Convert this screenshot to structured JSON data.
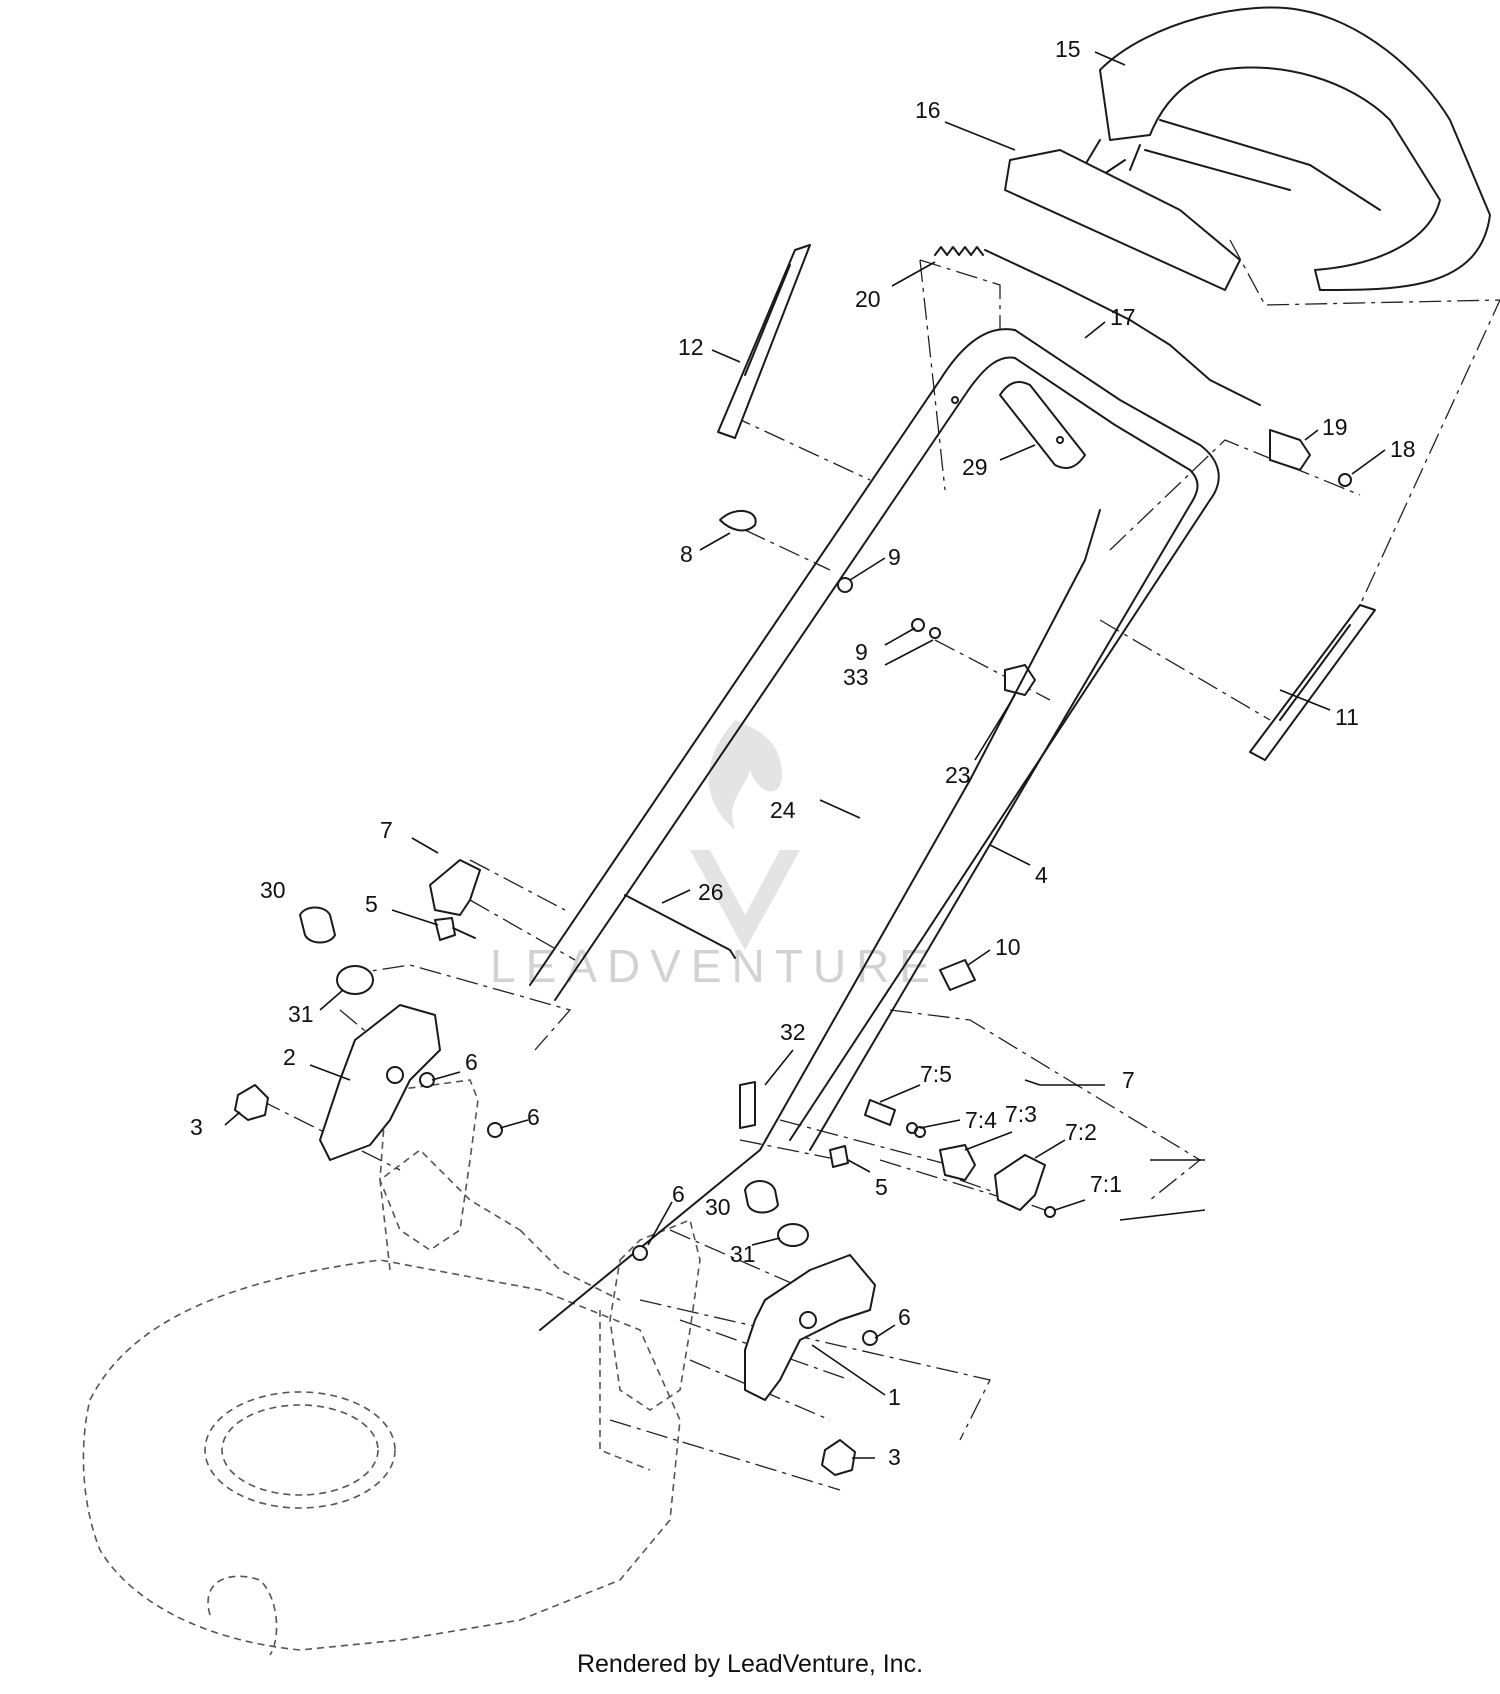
{
  "diagram": {
    "watermark": "LEADVENTURE",
    "footer": "Rendered by LeadVenture, Inc.",
    "callouts": {
      "c1": "1",
      "c2": "2",
      "c3a": "3",
      "c3b": "3",
      "c4": "4",
      "c5a": "5",
      "c5b": "5",
      "c6a": "6",
      "c6b": "6",
      "c6c": "6",
      "c6d": "6",
      "c7a": "7",
      "c7b": "7",
      "c7_1": "7:1",
      "c7_2": "7:2",
      "c7_3": "7:3",
      "c7_4": "7:4",
      "c7_5": "7:5",
      "c8": "8",
      "c9a": "9",
      "c9b": "9",
      "c10": "10",
      "c11": "11",
      "c12": "12",
      "c15": "15",
      "c16": "16",
      "c17": "17",
      "c18": "18",
      "c19": "19",
      "c20": "20",
      "c23": "23",
      "c24": "24",
      "c26": "26",
      "c29": "29",
      "c30a": "30",
      "c30b": "30",
      "c31a": "31",
      "c31b": "31",
      "c32": "32",
      "c33": "33"
    }
  }
}
